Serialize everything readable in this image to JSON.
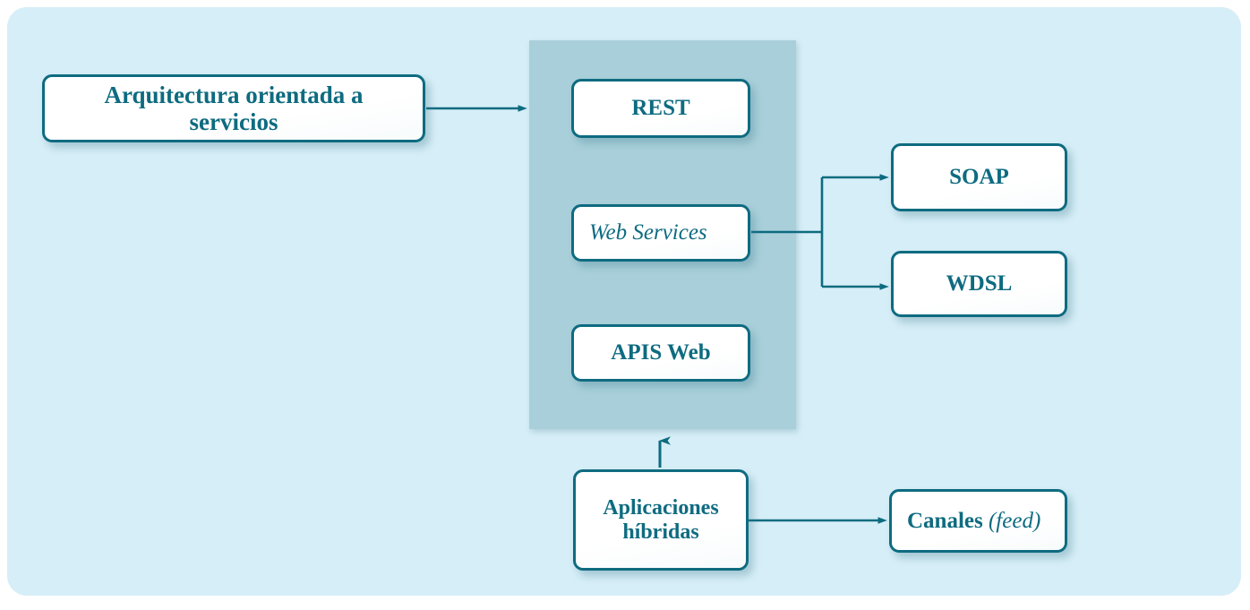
{
  "diagram": {
    "title": "Arquitectura orientada a servicios",
    "colors": {
      "background": "#ffffff",
      "outer_panel": "#d6eef7",
      "inner_panel": "#a9d0da",
      "stroke": "#0e6b80",
      "node_fill": "#ffffff"
    },
    "nodes": {
      "soa": {
        "label": "Arquitectura orientada a servicios",
        "style": "bold"
      },
      "rest": {
        "label": "REST",
        "style": "bold"
      },
      "web_services": {
        "label": "Web Services",
        "style": "italic"
      },
      "apis_web": {
        "label": "APIS Web",
        "style": "bold"
      },
      "soap": {
        "label": "SOAP",
        "style": "bold"
      },
      "wdsl": {
        "label": "WDSL",
        "style": "bold"
      },
      "aplicaciones_hibridas": {
        "label_line1": "Aplicaciones",
        "label_line2": "híbridas",
        "style": "bold"
      },
      "canales": {
        "label_main": "Canales",
        "label_parenthetical": "(feed)",
        "style": "bold + italic"
      }
    },
    "connectors": [
      {
        "name": "soa-to-group",
        "from": "soa",
        "to": "services-group",
        "direction": "right",
        "arrow": true
      },
      {
        "name": "webservices-to-soap",
        "from": "web_services",
        "to": "soap",
        "direction": "right",
        "arrow": true
      },
      {
        "name": "webservices-to-wdsl",
        "from": "web_services",
        "to": "wdsl",
        "direction": "right",
        "arrow": true
      },
      {
        "name": "aplicaciones-to-group",
        "from": "aplicaciones_hibridas",
        "to": "services-group",
        "direction": "up",
        "arrow": true
      },
      {
        "name": "aplicaciones-to-canales",
        "from": "aplicaciones_hibridas",
        "to": "canales",
        "direction": "right",
        "arrow": true
      }
    ]
  }
}
